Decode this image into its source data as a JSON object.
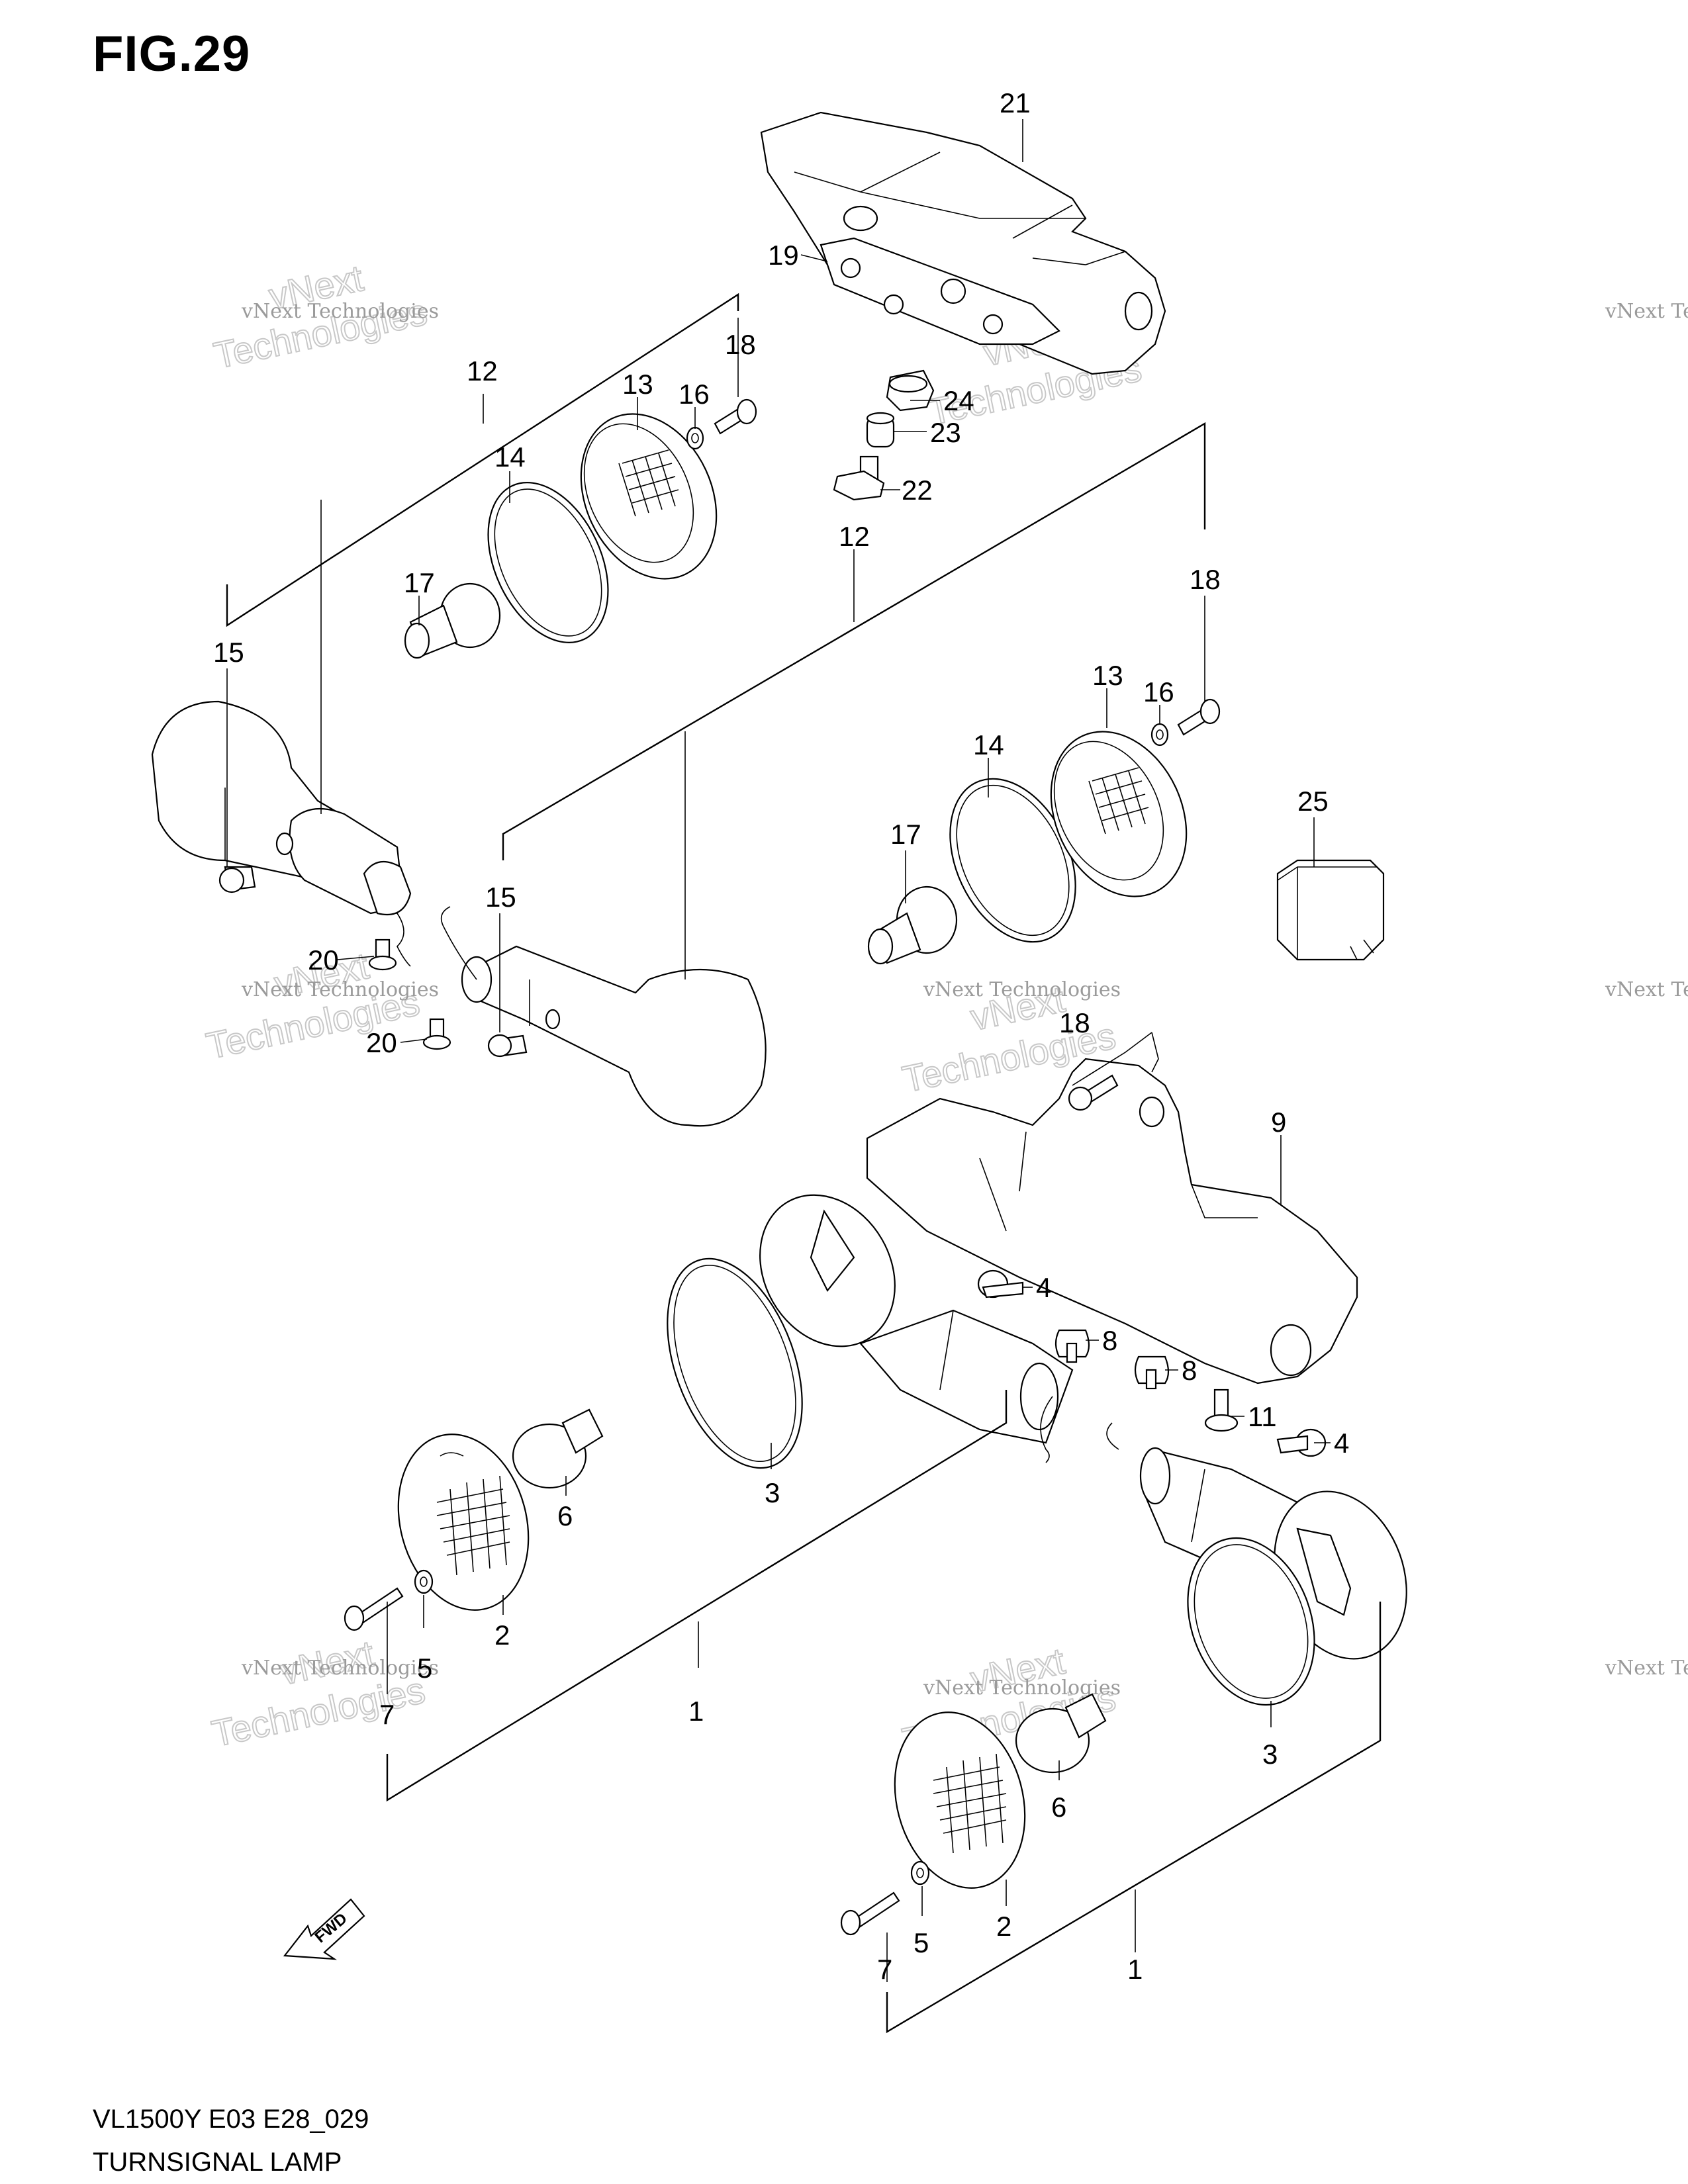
{
  "figure": {
    "title": "FIG.29",
    "code": "VL1500Y E03 E28_029",
    "caption": "TURNSIGNAL LAMP"
  },
  "callouts": [
    "21",
    "19",
    "18",
    "16",
    "24",
    "23",
    "22",
    "12",
    "13",
    "14",
    "17",
    "15",
    "12",
    "18",
    "16",
    "13",
    "14",
    "17",
    "15",
    "20",
    "20",
    "25",
    "18",
    "9",
    "4",
    "8",
    "8",
    "11",
    "4",
    "3",
    "3",
    "6",
    "2",
    "5",
    "7",
    "1",
    "6",
    "2",
    "5",
    "7",
    "1"
  ],
  "fwd_marker": "FWD",
  "watermark": {
    "line1": "vNext Technologies",
    "line2": "vNext",
    "line3": "Technologies"
  }
}
